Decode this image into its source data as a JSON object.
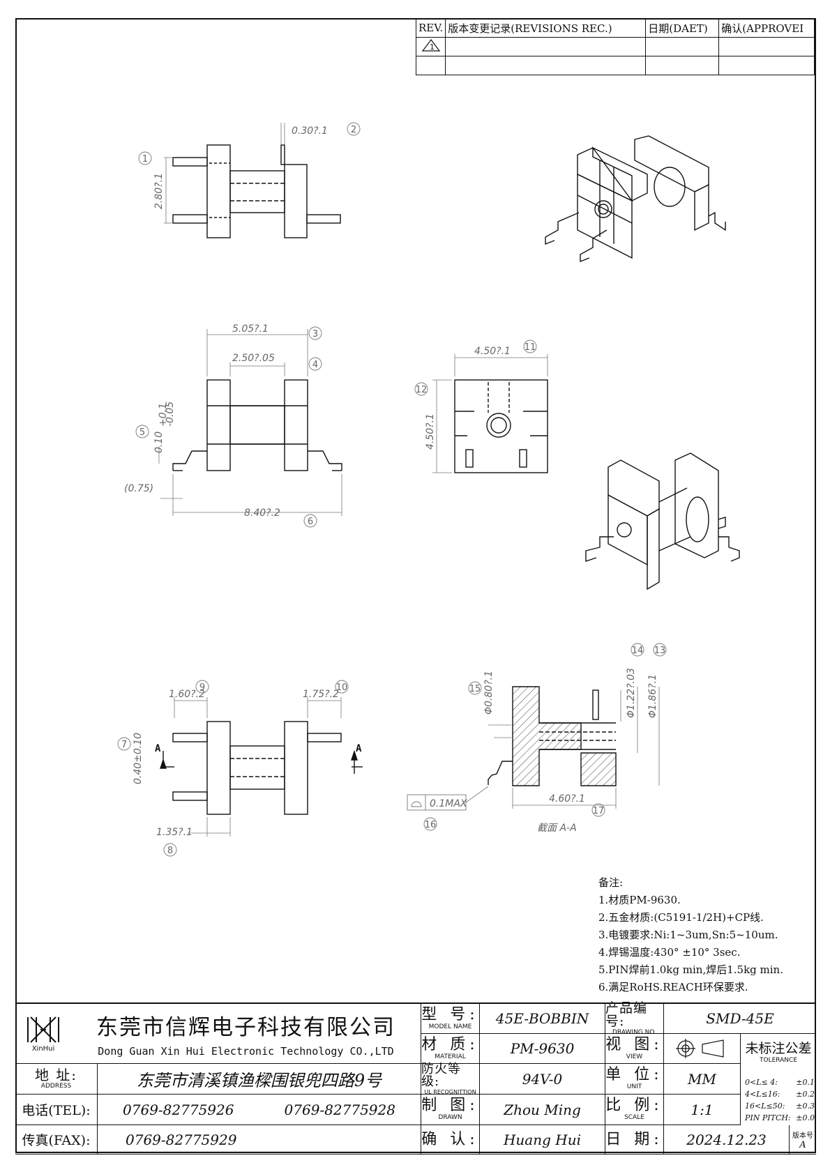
{
  "revision_table": {
    "headers": [
      "REV.",
      "版本变更记录(REVISIONS REC.)",
      "日期(DAET)",
      "确认(APPROVEI"
    ],
    "rows": [
      [
        "1",
        "",
        "",
        ""
      ],
      [
        "",
        "",
        "",
        ""
      ]
    ]
  },
  "dimensions": {
    "top_view": {
      "d1": "0.30?.1",
      "d2": "2.80?.1"
    },
    "front_view": {
      "d3": "5.05?.1",
      "d4": "2.50?.05",
      "d5": "0.10",
      "d5_tol_upper": "+0.1",
      "d5_tol_lower": "-0.05",
      "d6": "(0.75)",
      "d7": "8.40?.2"
    },
    "side_view": {
      "d11": "4.50?.1",
      "d12": "4.50?.1"
    },
    "bottom_view": {
      "d9": "1.60?.2",
      "d10": "1.75?.2",
      "d7": "0.40±0.10",
      "d8": "1.35?.1",
      "section_marker": "A"
    },
    "section_view": {
      "d15": "Φ0.80?.1",
      "d14": "Φ1.22?.03",
      "d13": "Φ1.86?.1",
      "d17": "4.60?.1",
      "d16": "0.1MAX",
      "caption": "截面 A-A"
    }
  },
  "balloons": [
    "1",
    "2",
    "3",
    "4",
    "5",
    "6",
    "7",
    "8",
    "9",
    "10",
    "11",
    "12",
    "13",
    "14",
    "15",
    "16",
    "17"
  ],
  "notes": {
    "title": "备注:",
    "items": [
      "1.材质PM-9630.",
      "2.五金材质:(C5191-1/2H)+CP线.",
      "3.电镀要求:Ni:1~3um,Sn:5~10um.",
      "4.焊锡温度:430° ±10° 3sec.",
      "5.PIN焊前1.0kg min,焊后1.5kg min.",
      "6.满足RoHS.REACH环保要求."
    ]
  },
  "title_block": {
    "logo_text": "XinHui",
    "company_cn": "东莞市信辉电子科技有限公司",
    "company_en": "Dong Guan Xin Hui Electronic Technology CO.,LTD",
    "address_label": "地  址:",
    "address_label_en": "ADDRESS",
    "address": "东莞市清溪镇渔樑围银兜四路9号",
    "tel_label": "电话(TEL):",
    "tel1": "0769-82775926",
    "tel2": "0769-82775928",
    "fax_label": "传真(FAX):",
    "fax": "0769-82775929",
    "model_label": "型  号:",
    "model_label_en": "MODEL NAME",
    "model": "45E-BOBBIN",
    "material_label": "材  质:",
    "material_label_en": "MATERIAL",
    "material": "PM-9630",
    "fire_label": "防火等级:",
    "fire_label_en": "UL RECOGNITTION",
    "fire": "94V-0",
    "drawn_label": "制  图:",
    "drawn_label_en": "DRAWN",
    "drawn": "Zhou Ming",
    "check_label": "确  认:",
    "check": "Huang Hui",
    "drawing_no_label": "产品编号:",
    "drawing_no_label_en": "DRAWING NO.",
    "drawing_no": "SMD-45E",
    "view_label": "视  图:",
    "view_label_en": "VIEW",
    "unit_label": "单  位:",
    "unit_label_en": "UNIT",
    "unit": "MM",
    "scale_label": "比  例:",
    "scale_label_en": "SCALE",
    "scale": "1:1",
    "date_label": "日  期:",
    "date": "2024.12.23",
    "tolerance_title": "未标注公差",
    "tolerance_title_en": "TOLERANCE",
    "tolerances": [
      {
        "range": "0<L≤ 4:",
        "value": "±0.1"
      },
      {
        "range": "4<L≤16:",
        "value": "±0.2"
      },
      {
        "range": "16<L≤50:",
        "value": "±0.3"
      },
      {
        "range": "PIN PITCH:",
        "value": "±0.0"
      }
    ],
    "version_label": "版本号",
    "version": "A"
  }
}
